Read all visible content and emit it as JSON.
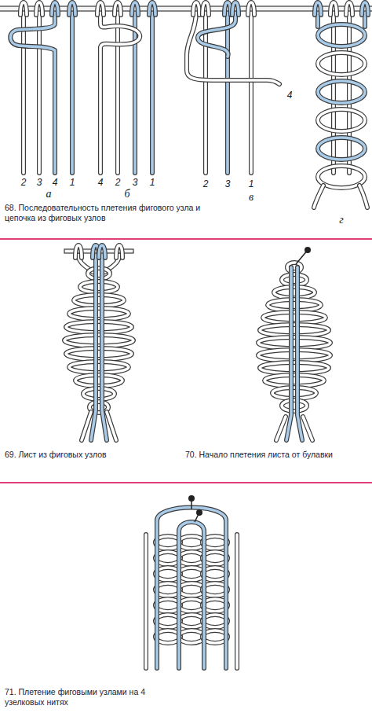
{
  "diagram": {
    "labels": [
      "2",
      "3",
      "4",
      "1",
      "а",
      "4",
      "2",
      "3",
      "1",
      "б",
      "4",
      "2",
      "3",
      "1",
      "в",
      "г",
      "68. Последовательность плетения фигового узла и цепочка из фиговых узлов",
      "69. Лист из фиговых узлов",
      "70. Начало плетения листа от булавки",
      "71. Плетение фиговыми узлами на 4 узелковых нитях"
    ]
  }
}
